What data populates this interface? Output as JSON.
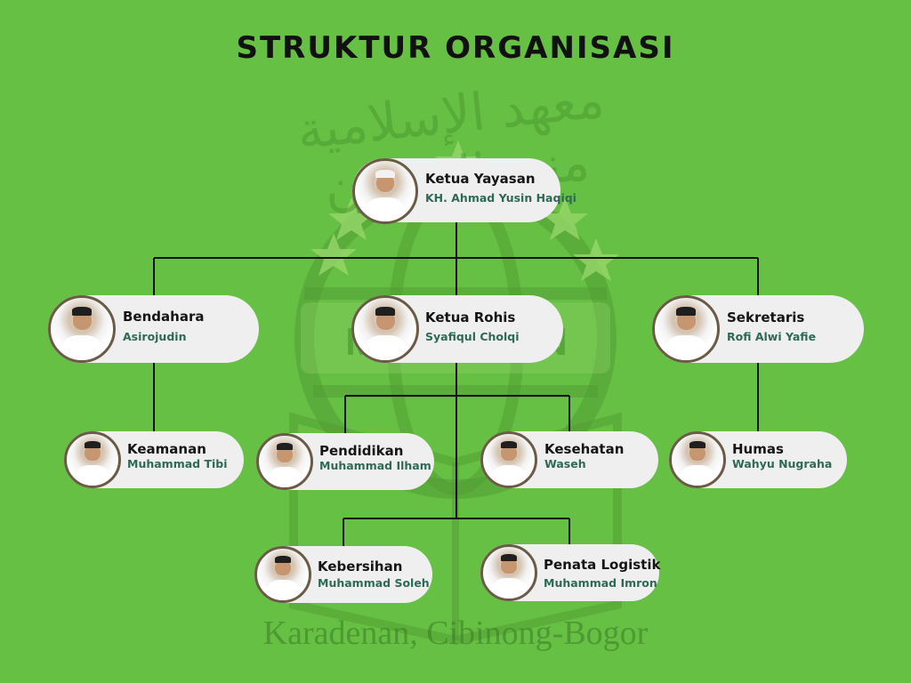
{
  "title": "STRUKTUR ORGANISASI",
  "watermark": {
    "arabic": "معهد الإسلامية منبع الحسان",
    "banner": "MA HASAN",
    "location": "Karadenan, Cibinong-Bogor"
  },
  "colors": {
    "background": "#66c043",
    "card": "#efefef",
    "line": "#111111",
    "name_text": "#2d6a55"
  },
  "members": {
    "ketua_yayasan": {
      "role": "Ketua Yayasan",
      "name": "KH. Ahmad Yusin Haqiqi"
    },
    "bendahara": {
      "role": "Bendahara",
      "name": "Asirojudin"
    },
    "ketua_rohis": {
      "role": "Ketua Rohis",
      "name": "Syafiqul Cholqi"
    },
    "sekretaris": {
      "role": "Sekretaris",
      "name": "Rofi Alwi Yafie"
    },
    "keamanan": {
      "role": "Keamanan",
      "name": "Muhammad Tibi"
    },
    "pendidikan": {
      "role": "Pendidikan",
      "name": "Muhammad Ilham"
    },
    "kesehatan": {
      "role": "Kesehatan",
      "name": "Waseh"
    },
    "humas": {
      "role": "Humas",
      "name": "Wahyu Nugraha"
    },
    "kebersihan": {
      "role": "Kebersihan",
      "name": "Muhammad Soleh"
    },
    "penata_logistik": {
      "role": "Penata Logistik",
      "name": "Muhammad Imron"
    }
  }
}
